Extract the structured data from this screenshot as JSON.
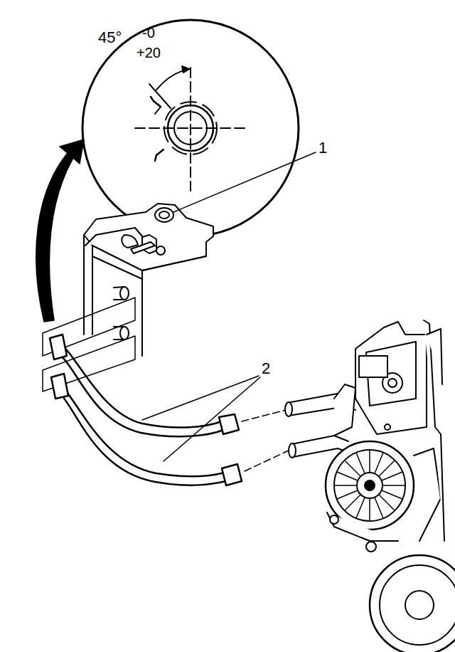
{
  "diagram": {
    "labels": [
      "45°",
      "-0",
      "+20",
      "1",
      "2"
    ]
  }
}
